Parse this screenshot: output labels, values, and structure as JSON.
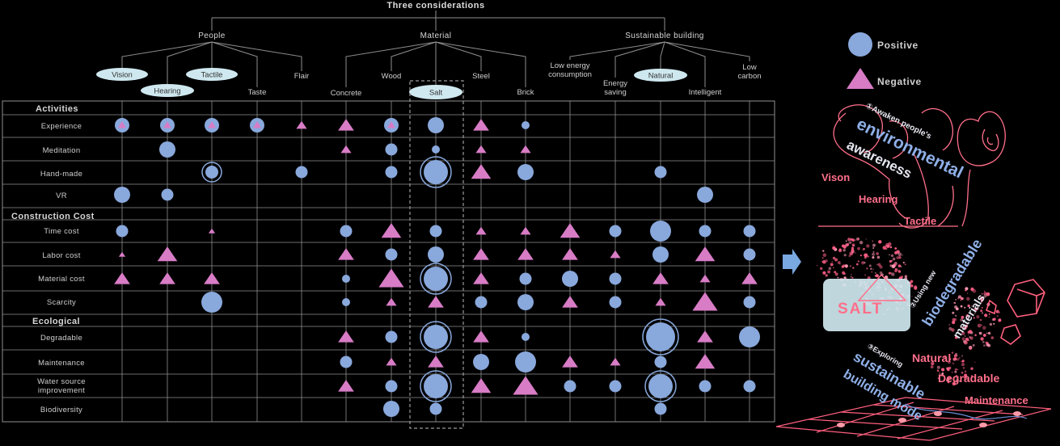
{
  "colors": {
    "positive": "#89a8dc",
    "negative": "#d87cc6",
    "pill": "#cfe8ef",
    "line": "#8f8f8f",
    "art_pink": "#ff6f8a",
    "art_blue": "#8fb0e8"
  },
  "tree": {
    "title": "Three considerations",
    "groups": [
      "People",
      "Material",
      "Sustainable building"
    ],
    "leaves": [
      "Vision",
      "Hearing",
      "Tactile",
      "Taste",
      "Flair",
      "Concrete",
      "Wood",
      "Salt",
      "Steel",
      "Brick",
      "Low energy consumption",
      "Energy saving",
      "Natural",
      "Intelligent",
      "Low carbon"
    ]
  },
  "table": {
    "sections": [
      "Activities",
      "Construction Cost",
      "Ecological"
    ],
    "rows": [
      "Experience",
      "Meditation",
      "Hand-made",
      "VR",
      "Time cost",
      "Labor cost",
      "Material cost",
      "Scarcity",
      "Degradable",
      "Maintenance",
      "Water source improvement",
      "Biodiversity"
    ],
    "cells": [
      [
        "pc2",
        "pc1",
        "pc2",
        "pc1",
        "t1",
        "t2",
        "pc1",
        "c2",
        "t2",
        "c0",
        "",
        "",
        "",
        "",
        ""
      ],
      [
        "",
        "c2",
        "",
        "",
        "",
        "t1",
        "c1",
        "c0",
        "t1",
        "t1",
        "",
        "",
        "",
        "",
        ""
      ],
      [
        "",
        "",
        "r1",
        "",
        "c1",
        "",
        "c1",
        "r2",
        "t3",
        "c2",
        "",
        "",
        "c1",
        "",
        ""
      ],
      [
        "c2",
        "c1",
        "",
        "",
        "",
        "",
        "",
        "",
        "",
        "",
        "",
        "",
        "",
        "c2",
        ""
      ],
      [
        "c1",
        "",
        "t0",
        "",
        "",
        "c1",
        "t3",
        "c1",
        "t1",
        "t1",
        "t3",
        "c1",
        "c3",
        "c1",
        "c1"
      ],
      [
        "t0",
        "t3",
        "",
        "",
        "",
        "t2",
        "c1",
        "c2",
        "t2",
        "t2",
        "t2",
        "t1",
        "c2",
        "t3",
        "c1"
      ],
      [
        "t2",
        "t2",
        "t2",
        "",
        "",
        "c0",
        "t4",
        "r2",
        "t2",
        "c1",
        "c2",
        "c1",
        "t2",
        "t1",
        "t2"
      ],
      [
        "",
        "",
        "c3",
        "",
        "",
        "c0",
        "t1",
        "t2",
        "c1",
        "c2",
        "t2",
        "c1",
        "t1",
        "t4",
        "c1"
      ],
      [
        "",
        "",
        "",
        "",
        "",
        "t2",
        "c1",
        "r2",
        "t2",
        "c0",
        "",
        "",
        "r3",
        "t2",
        "c3"
      ],
      [
        "",
        "",
        "",
        "",
        "",
        "c1",
        "t1",
        "t2",
        "c2",
        "c3",
        "t2",
        "t1",
        "c1",
        "t3",
        ""
      ],
      [
        "",
        "",
        "",
        "",
        "",
        "t2",
        "c1",
        "r2",
        "t3",
        "t4",
        "c1",
        "c1",
        "r2",
        "c1",
        "c1"
      ],
      [
        "",
        "",
        "",
        "",
        "",
        "",
        "c2",
        "c1",
        "",
        "",
        "",
        "",
        "c1",
        "",
        ""
      ]
    ]
  },
  "legend": {
    "positive": "Positive",
    "negative": "Negative"
  },
  "collage": {
    "awaken": "①Awaken people's",
    "environmental": "environmental",
    "awareness": "awareness",
    "vison": "Vison",
    "hearing": "Hearing",
    "tactile": "Tactile",
    "biodegradable": "biodegradable",
    "new": "②Using new",
    "materials": "materials",
    "salt": "SALT",
    "exploring": "③Exploring",
    "sustainable": "sustainable",
    "building": "building mode",
    "natural": "Natural",
    "degradable": "Degradable",
    "maintenance": "Maintenance"
  }
}
